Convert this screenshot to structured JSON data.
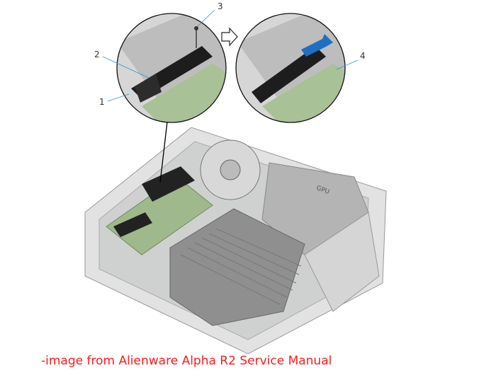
{
  "illustration": {
    "callouts": [
      "1",
      "2",
      "3",
      "4"
    ],
    "chassis_label": "GPU"
  },
  "caption": "-image from Alienware Alpha R2 Service Manual"
}
